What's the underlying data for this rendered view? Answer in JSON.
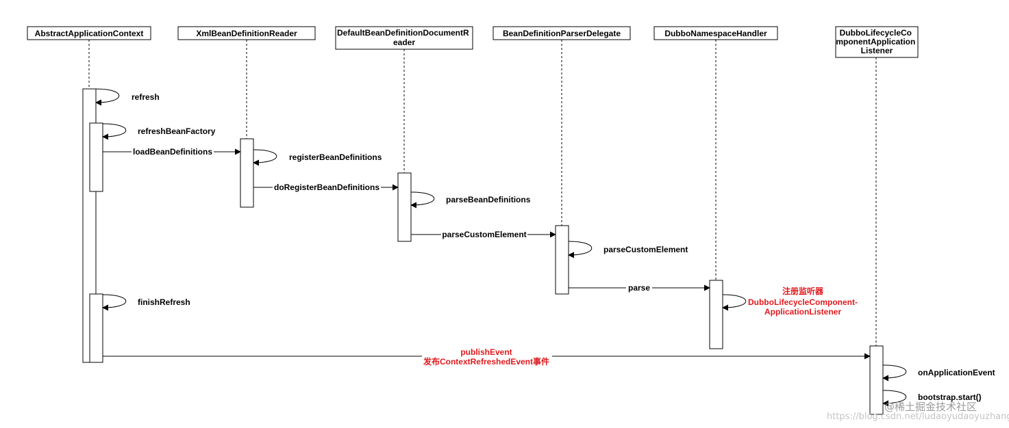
{
  "participants": [
    {
      "id": "p1",
      "lines": [
        "AbstractApplicationContext"
      ]
    },
    {
      "id": "p2",
      "lines": [
        "XmlBeanDefinitionReader"
      ]
    },
    {
      "id": "p3",
      "lines": [
        "DefaultBeanDefinitionDocumentR",
        "eader"
      ]
    },
    {
      "id": "p4",
      "lines": [
        "BeanDefinitionParserDelegate"
      ]
    },
    {
      "id": "p5",
      "lines": [
        "DubboNamespaceHandler"
      ]
    },
    {
      "id": "p6",
      "lines": [
        "DubboLifecycleCo",
        "mponentApplication",
        "Listener"
      ]
    }
  ],
  "messages": {
    "refresh": "refresh",
    "refresh_bean_factory": "refreshBeanFactory",
    "load_bean_definitions": "loadBeanDefinitions",
    "register_bean_definitions": "registerBeanDefinitions",
    "do_register_bean_definitions": "doRegisterBeanDefinitions",
    "parse_bean_definitions": "parseBeanDefinitions",
    "parse_custom_element_call": "parseCustomElement",
    "parse_custom_element_self": "parseCustomElement",
    "parse": "parse",
    "finish_refresh": "finishRefresh",
    "publish_event_1": "publishEvent",
    "publish_event_2": "发布ContextRefreshedEvent事件",
    "on_application_event": "onApplicationEvent",
    "bootstrap_start": "bootstrap.start()"
  },
  "notes": {
    "register_listener": [
      "注册监听器",
      "DubboLifecycleComponent-",
      "ApplicationListener"
    ]
  },
  "watermark": {
    "url": "https://blog.csdn.net/ludaoyudaoyuzhang",
    "brand": "@稀土掘金技术社区"
  },
  "colors": {
    "line": "#000000",
    "highlight": "#e0191d"
  }
}
